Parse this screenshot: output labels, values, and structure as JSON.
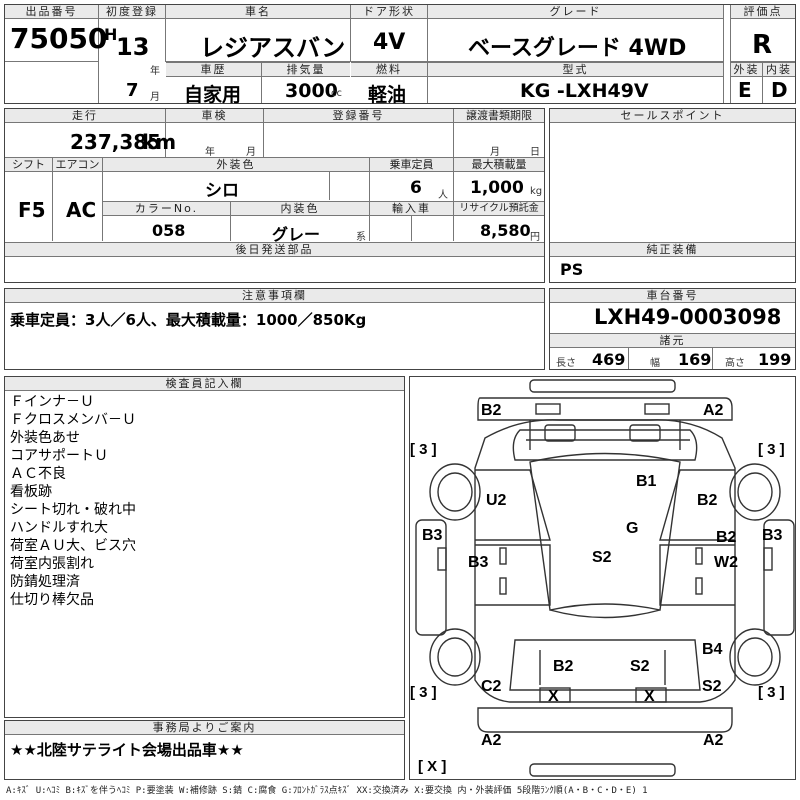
{
  "header": {
    "lot_label": "出品番号",
    "lot_number": "75050",
    "first_reg_label": "初度登録",
    "era": "H",
    "reg_year": "13",
    "year_unit": "年",
    "reg_month": "7",
    "month_unit": "月",
    "car_name_label": "車名",
    "car_name": "レジアスバン",
    "doors_label": "ドア形状",
    "doors": "4V",
    "grade_label": "グレード",
    "grade": "ベースグレード 4WD",
    "score_label": "評価点",
    "score": "R",
    "ext_label": "外装",
    "ext_grade": "E",
    "int_label": "内装",
    "int_grade": "D",
    "history_label": "車歴",
    "history": "自家用",
    "displacement_label": "排気量",
    "displacement": "3000",
    "displacement_unit": "cc",
    "fuel_label": "燃料",
    "fuel": "軽油",
    "model_label": "型式",
    "model": "KG -LXH49V"
  },
  "details": {
    "mileage_label": "走行",
    "mileage": "237,385",
    "mileage_unit": "km",
    "inspection_label": "車検",
    "inspection_year_unit": "年",
    "inspection_month_unit": "月",
    "reg_no_label": "登録番号",
    "transfer_label": "譲渡書類期限",
    "transfer_month_unit": "月",
    "transfer_day_unit": "日",
    "shift_label": "シフト",
    "shift": "F5",
    "ac_label": "エアコン",
    "ac": "AC",
    "ext_color_label": "外装色",
    "ext_color": "シロ",
    "capacity_label": "乗車定員",
    "capacity": "6",
    "capacity_unit": "人",
    "load_label": "最大積載量",
    "load": "1,000",
    "load_unit": "kg",
    "color_no_label": "カラーNo.",
    "color_no": "058",
    "int_color_label": "内装色",
    "int_color": "グレー",
    "int_color_suffix": "系",
    "import_label": "輸入車",
    "recycle_label": "リサイクル預託金",
    "recycle": "8,580",
    "recycle_unit": "円",
    "later_parts_label": "後日発送部品"
  },
  "sales_points": {
    "label": "セールスポイント"
  },
  "genuine": {
    "label": "純正装備",
    "value": "PS"
  },
  "caution": {
    "label": "注意事項欄",
    "text": "乗車定員：3人／6人、最大積載量：1000／850Kg"
  },
  "chassis": {
    "label": "車台番号",
    "value": "LXH49-0003098",
    "dims_label": "諸元",
    "length_label": "長さ",
    "length": "469",
    "width_label": "幅",
    "width": "169",
    "height_label": "高さ",
    "height": "199"
  },
  "inspector": {
    "label": "検査員記入欄",
    "notes": [
      "Ｆインナ－Ｕ",
      "Ｆクロスメンバ－Ｕ",
      "外装色あせ",
      "コアサポートＵ",
      "ＡＣ不良",
      "看板跡",
      "シート切れ・破れ中",
      "ハンドルすれ大",
      "荷室ＡＵ大、ビス穴",
      "荷室内張割れ",
      "防錆処理済",
      "仕切り棒欠品"
    ]
  },
  "office": {
    "label": "事務局よりご案内",
    "text": "★★北陸サテライト会場出品車★★"
  },
  "diagram": {
    "marks": [
      "B2",
      "A2",
      "B1",
      "U2",
      "B2",
      "G",
      "B3",
      "B3",
      "S2",
      "B2",
      "W2",
      "B3",
      "B4",
      "B2",
      "S2",
      "C2",
      "S2",
      "X",
      "X",
      "A2",
      "A2"
    ],
    "brackets": [
      "[ 3 ]",
      "[ 3 ]",
      "[ 3 ]",
      "[ 3 ]",
      "[ X ]"
    ]
  },
  "legend": "A:ｷｽﾞ U:ﾍｺﾐ B:ｷｽﾞを伴うﾍｺﾐ P:要塗装 W:補修跡 S:錆 C:腐食 G:ﾌﾛﾝﾄｶﾞﾗｽ点ｷｽﾞ XX:交換済み X:要交換 内・外装評価 5段階ﾗﾝｸ順(A・B・C・D・E) 1"
}
